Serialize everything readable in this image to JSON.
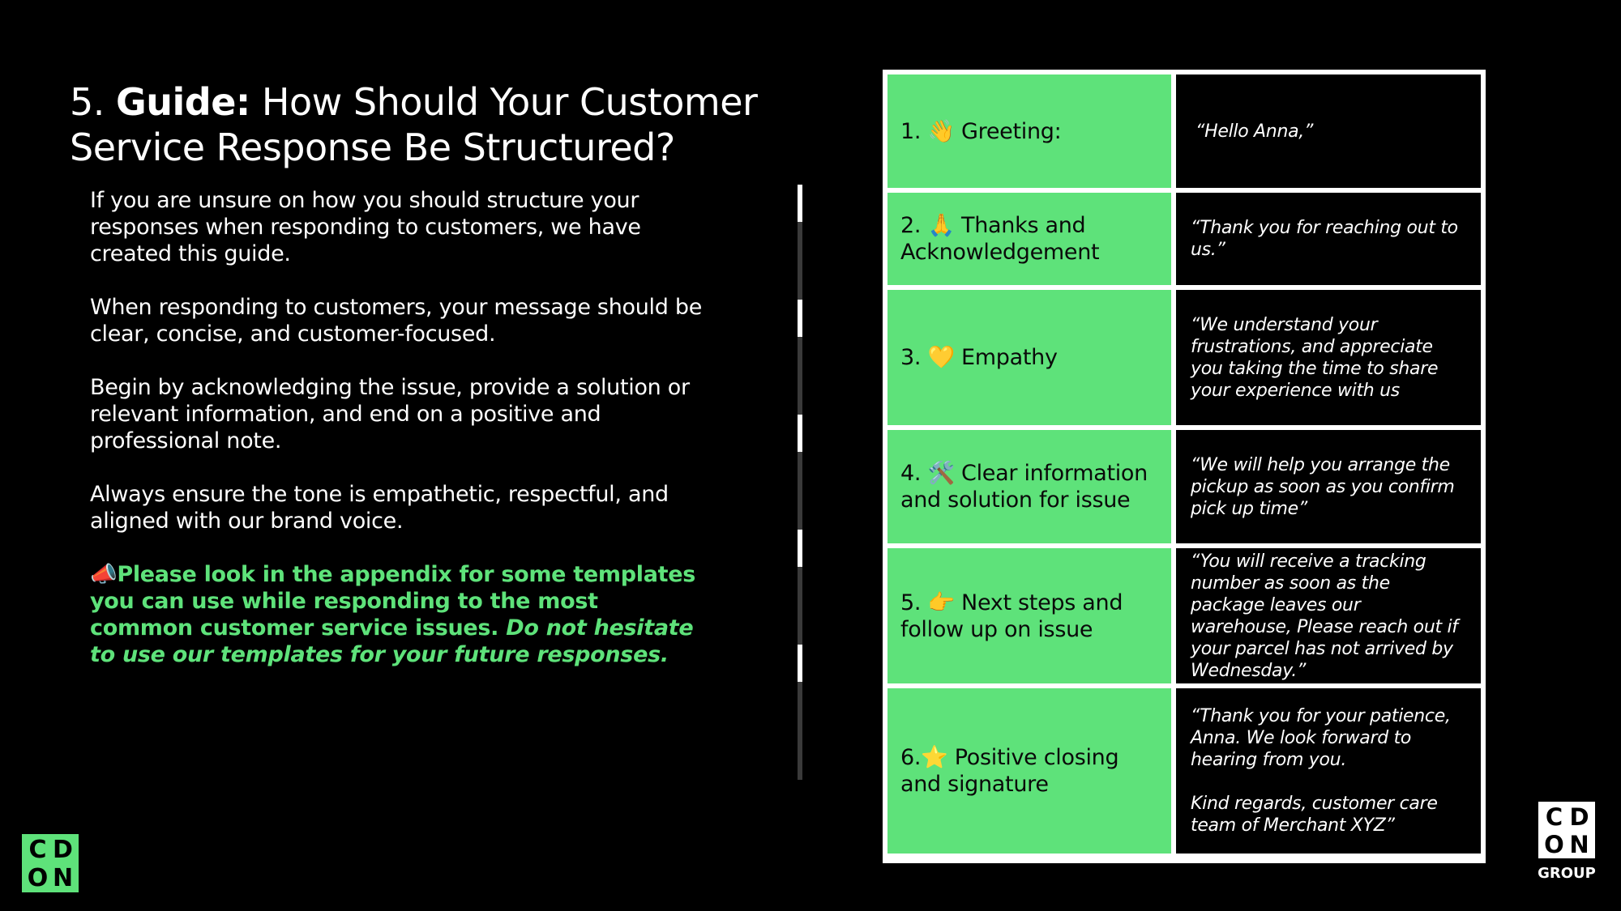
{
  "title": {
    "prefix": "5. ",
    "bold": "Guide:",
    "rest": " How Should Your Customer Service Response Be Structured?"
  },
  "paragraphs": [
    "If you are unsure on how you should structure your responses when responding to customers, we have created this guide.",
    "When responding to customers, your message should be clear, concise, and customer-focused.",
    "Begin by acknowledging the issue, provide a solution or relevant information, and end on a positive and professional note.",
    "Always ensure the tone is empathetic, respectful, and aligned with our brand voice."
  ],
  "callout": {
    "icon": "📣",
    "text": "Please look in the appendix for some templates you can use while responding to the most common customer service issues. ",
    "emphasis": "Do not hesitate to use our templates for your future responses."
  },
  "guide_rows": [
    {
      "step": "1. 👋 Greeting:",
      "example": "“Hello Anna,”"
    },
    {
      "step": "2. 🙏  Thanks and Acknowledgement",
      "example": "“Thank you for reaching out to us.”"
    },
    {
      "step": "3. 💛 Empathy",
      "example": "“We understand your frustrations, and appreciate you taking the time to share your experience with us"
    },
    {
      "step": "4. 🛠️ Clear information and solution for issue",
      "example": "“We will help you arrange the pickup as soon as you confirm pick up time”"
    },
    {
      "step": "5.  👉 Next steps and follow up on issue",
      "example": "“You will receive a tracking number as soon as the package leaves our warehouse, Please reach out if your parcel has not arrived by Wednesday.”"
    },
    {
      "step": "6.⭐ Positive closing and signature",
      "example": "“Thank you for your patience, Anna. We look forward to hearing from you.\n\n Kind regards, customer care team of Merchant XYZ”"
    }
  ],
  "logo": {
    "letters": [
      "C",
      "D",
      "O",
      "N"
    ],
    "group_label": "GROUP"
  },
  "colors": {
    "background": "#000000",
    "accent_green": "#5ee27a",
    "text": "#ffffff"
  }
}
